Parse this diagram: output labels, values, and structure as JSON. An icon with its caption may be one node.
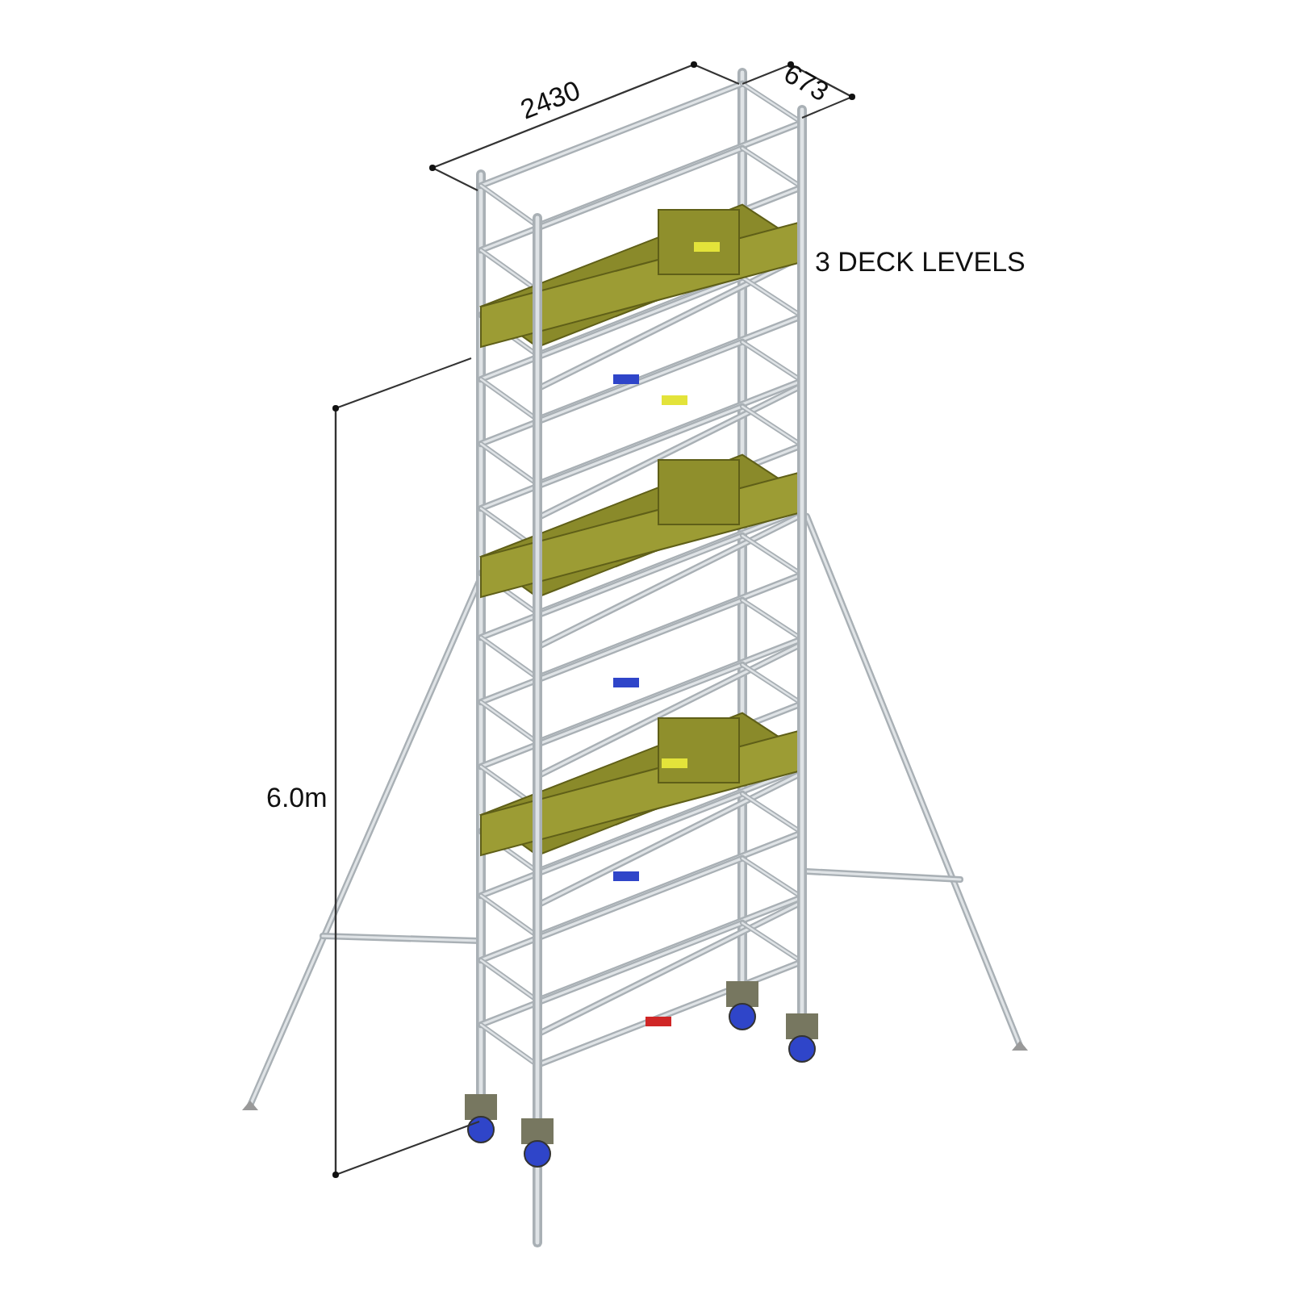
{
  "diagram": {
    "labels": [
      "2430",
      "673",
      "3 DECK LEVELS",
      "6.0m"
    ]
  }
}
